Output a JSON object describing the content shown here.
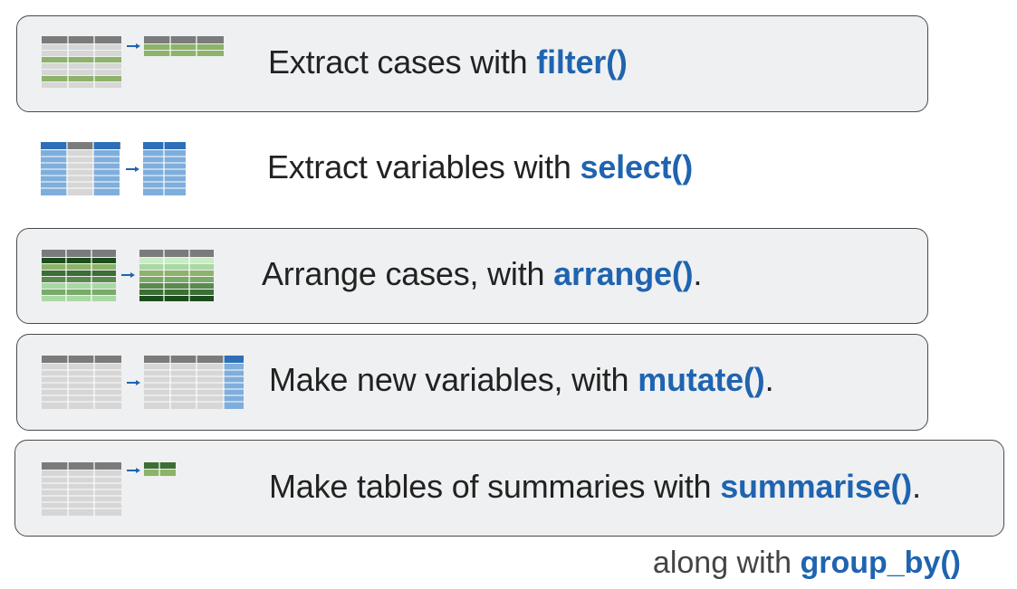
{
  "rows": [
    {
      "prefix": "Extract cases with ",
      "fn": "filter()",
      "suffix": "",
      "icon": "filter-table-icon"
    },
    {
      "prefix": "Extract variables with ",
      "fn": "select()",
      "suffix": "",
      "icon": "select-table-icon"
    },
    {
      "prefix": "Arrange cases, with ",
      "fn": "arrange()",
      "suffix": ".",
      "icon": "arrange-table-icon"
    },
    {
      "prefix": "Make new variables, with ",
      "fn": "mutate()",
      "suffix": ".",
      "icon": "mutate-table-icon"
    },
    {
      "prefix": "Make tables of summaries with ",
      "fn": "summarise()",
      "suffix": ".",
      "icon": "summarise-table-icon"
    }
  ],
  "footer": {
    "prefix": "along with ",
    "fn": "group_by()"
  },
  "colors": {
    "function": "#1f64b0",
    "box_bg": "#eff0f1",
    "header_gray": "#7b7b7b",
    "cell_gray": "#d6d6d6",
    "green": "#8db26a",
    "blue": "#2f6fb8",
    "light_blue": "#7eaedb",
    "dark_green": "#1d4d1d",
    "light_green": "#a9d8a5"
  }
}
